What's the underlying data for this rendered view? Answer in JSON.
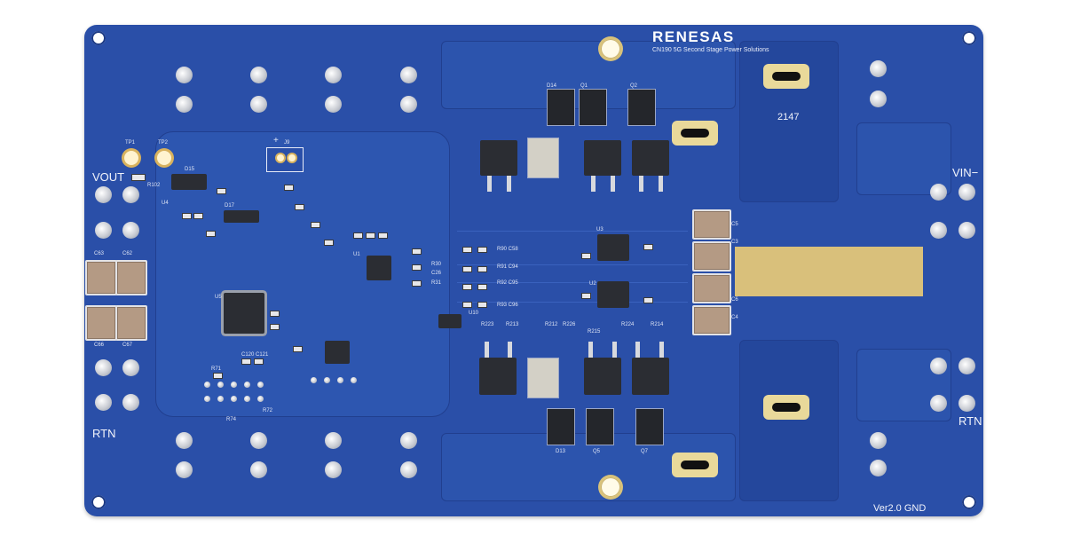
{
  "image": {
    "subject": "Renesas power solution evaluation PCB (blue solder mask) on white background",
    "board_color": "#2a4fa8",
    "background_color": "#ffffff"
  },
  "branding": {
    "logo": "RENESAS",
    "subtitle": "CN190 5G Second Stage Power Solutions"
  },
  "silkscreen": {
    "vout": "VOUT",
    "rtn_left": "RTN",
    "vin_minus": "VIN−",
    "rtn_right": "RTN",
    "version": "Ver2.0 GND",
    "date_code": "2147",
    "tp1": "TP1",
    "tp2": "TP2",
    "j9": "J9",
    "plus": "+",
    "u1": "U1",
    "u2": "U2",
    "u3": "U3",
    "u4": "U4",
    "u5": "U5",
    "u10": "U10",
    "d14": "D14",
    "d15": "D15",
    "d17": "D17",
    "d13": "D13",
    "q1": "Q1",
    "q2": "Q2",
    "q5": "Q5",
    "q7": "Q7",
    "c62": "C62",
    "c63": "C63",
    "c66": "C66",
    "c67": "C67",
    "c3": "C3",
    "c4": "C4",
    "c5": "C5",
    "c6": "C6",
    "r102": "R102",
    "r223": "R223",
    "r213": "R213",
    "r212": "R212",
    "r226": "R226",
    "r215": "R215",
    "r224": "R224",
    "r214": "R214",
    "r90_c58": "R90 C58",
    "r91_c94": "R91 C94",
    "r92_c95": "R92 C95",
    "r93_c96": "R93 C96",
    "r30": "R30",
    "c26": "C26",
    "r31": "R31",
    "c120": "C120",
    "c121": "C121",
    "r71": "R71",
    "r72": "R72",
    "r74": "R74"
  }
}
